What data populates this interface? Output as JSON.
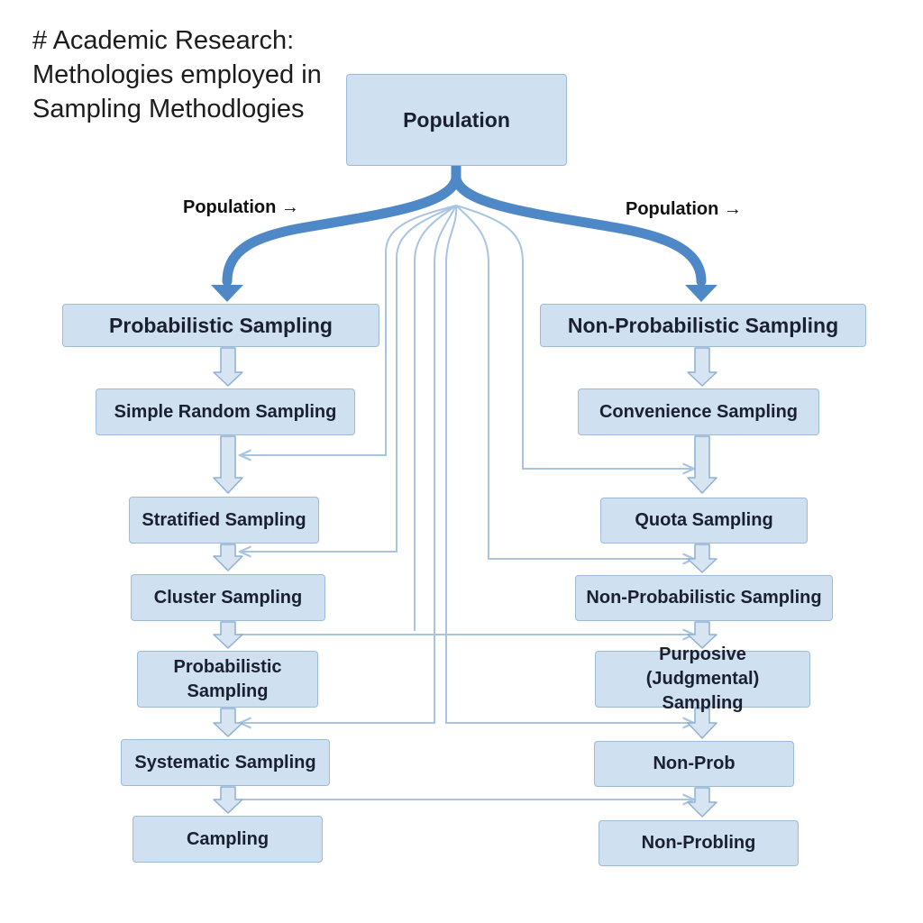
{
  "header": {
    "title_lines": [
      "# Academic Research:",
      "Methologies employed in",
      "Sampling Methodlogies"
    ]
  },
  "root": {
    "label": "Population"
  },
  "branch_labels": {
    "left": "Population →",
    "right": "Population →"
  },
  "left_branch": {
    "header": "Probabilistic Sampling",
    "items": [
      "Simple Random Sampling",
      "Stratified Sampling",
      "Cluster Sampling",
      "Probabilistic Sampling",
      "Systematic Sampling",
      "Campling"
    ]
  },
  "right_branch": {
    "header": "Non-Probabilistic Sampling",
    "items": [
      "Convenience Sampling",
      "Quota Sampling",
      "Non-Probabilistic Sampling",
      "Purposive (Judgmental) Sampling",
      "Non-Prob",
      "Non-Probling"
    ]
  },
  "colors": {
    "box_fill": "#cfe0f0",
    "box_border": "#9dbad6",
    "main_connector": "#4f88c6",
    "thin_connector": "#a9c4e0",
    "chevron_fill": "#d7e5f3",
    "chevron_stroke": "#8fb0d3"
  }
}
